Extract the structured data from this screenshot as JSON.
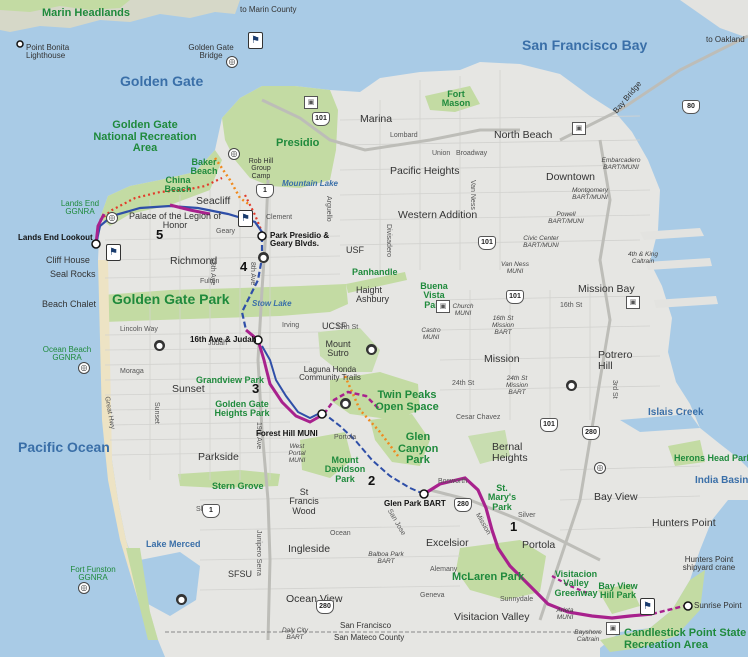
{
  "map": {
    "water": [
      {
        "name": "golden-gate-label",
        "text": "Golden Gate"
      },
      {
        "name": "sf-bay-label",
        "text": "San Francisco Bay"
      },
      {
        "name": "pacific-ocean-label",
        "text": "Pacific Ocean"
      },
      {
        "name": "islais-creek-label",
        "text": "Islais Creek"
      },
      {
        "name": "india-basin-label",
        "text": "India Basin"
      },
      {
        "name": "lake-merced-label",
        "text": "Lake Merced"
      },
      {
        "name": "mountain-lake-label",
        "text": "Mountain Lake"
      },
      {
        "name": "stow-lake-label",
        "text": "Stow Lake"
      }
    ],
    "parks": [
      {
        "name": "marin-headlands-label",
        "text": "Marin Headlands"
      },
      {
        "name": "ggnra-label",
        "text": "Golden Gate National Recreation Area"
      },
      {
        "name": "presidio-label",
        "text": "Presidio"
      },
      {
        "name": "fort-mason-label",
        "text": "Fort Mason"
      },
      {
        "name": "baker-beach-label",
        "text": "Baker Beach"
      },
      {
        "name": "china-beach-label",
        "text": "China Beach"
      },
      {
        "name": "lands-end-label",
        "text": "Lands End GGNRA"
      },
      {
        "name": "golden-gate-park-label",
        "text": "Golden Gate Park"
      },
      {
        "name": "panhandle-label",
        "text": "Panhandle"
      },
      {
        "name": "buena-vista-label",
        "text": "Buena Vista Park"
      },
      {
        "name": "ocean-beach-label",
        "text": "Ocean Beach GGNRA"
      },
      {
        "name": "grandview-park-label",
        "text": "Grandview Park"
      },
      {
        "name": "golden-gate-heights-label",
        "text": "Golden Gate Heights Park"
      },
      {
        "name": "twin-peaks-label",
        "text": "Twin Peaks Open Space"
      },
      {
        "name": "glen-canyon-label",
        "text": "Glen Canyon Park"
      },
      {
        "name": "mount-davidson-label",
        "text": "Mount Davidson Park"
      },
      {
        "name": "stern-grove-label",
        "text": "Stern Grove"
      },
      {
        "name": "st-marys-label",
        "text": "St. Mary's Park"
      },
      {
        "name": "fort-funston-label",
        "text": "Fort Funston GGNRA"
      },
      {
        "name": "mclaren-park-label",
        "text": "McLaren Park"
      },
      {
        "name": "visitacion-greenway-label",
        "text": "Visitacion Valley Greenway"
      },
      {
        "name": "bay-view-hill-label",
        "text": "Bay View Hill Park"
      },
      {
        "name": "herons-head-label",
        "text": "Herons Head Park"
      },
      {
        "name": "candlestick-label",
        "text": "Candlestick Point State Recreation Area"
      }
    ],
    "neighborhoods": [
      {
        "name": "marina-label",
        "text": "Marina"
      },
      {
        "name": "north-beach-label",
        "text": "North Beach"
      },
      {
        "name": "pacific-heights-label",
        "text": "Pacific Heights"
      },
      {
        "name": "downtown-label",
        "text": "Downtown"
      },
      {
        "name": "seacliff-label",
        "text": "Seacliff"
      },
      {
        "name": "western-addition-label",
        "text": "Western Addition"
      },
      {
        "name": "richmond-label",
        "text": "Richmond"
      },
      {
        "name": "haight-ashbury-label",
        "text": "Haight Ashbury"
      },
      {
        "name": "mission-bay-label",
        "text": "Mission Bay"
      },
      {
        "name": "ucsf-label",
        "text": "UCSF"
      },
      {
        "name": "usf-label",
        "text": "USF"
      },
      {
        "name": "mount-sutro-label",
        "text": "Mount Sutro"
      },
      {
        "name": "mission-label",
        "text": "Mission"
      },
      {
        "name": "potrero-hill-label",
        "text": "Potrero Hill"
      },
      {
        "name": "sunset-label",
        "text": "Sunset"
      },
      {
        "name": "parkside-label",
        "text": "Parkside"
      },
      {
        "name": "bernal-heights-label",
        "text": "Bernal Heights"
      },
      {
        "name": "bay-view-label",
        "text": "Bay View"
      },
      {
        "name": "hunters-point-label",
        "text": "Hunters Point"
      },
      {
        "name": "portola-label",
        "text": "Portola"
      },
      {
        "name": "excelsior-label",
        "text": "Excelsior"
      },
      {
        "name": "st-francis-wood-label",
        "text": "St Francis Wood"
      },
      {
        "name": "ingleside-label",
        "text": "Ingleside"
      },
      {
        "name": "sfsu-label",
        "text": "SFSU"
      },
      {
        "name": "ocean-view-label",
        "text": "Ocean View"
      },
      {
        "name": "visitacion-valley-label",
        "text": "Visitacion Valley"
      },
      {
        "name": "sf-county-label",
        "text": "San Francisco"
      },
      {
        "name": "sm-county-label",
        "text": "San Mateco County"
      }
    ],
    "pois": [
      {
        "name": "marin-county-label",
        "text": "to Marin County"
      },
      {
        "name": "oakland-label",
        "text": "to Oakland"
      },
      {
        "name": "bay-bridge-label",
        "text": "Bay Bridge"
      },
      {
        "name": "point-bonita-label",
        "text": "Point Bonita Lighthouse"
      },
      {
        "name": "gg-bridge-label",
        "text": "Golden Gate Bridge"
      },
      {
        "name": "rob-hill-label",
        "text": "Rob Hill Group Camp"
      },
      {
        "name": "legion-honor-label",
        "text": "Palace of the Legion of Honor"
      },
      {
        "name": "cliff-house-label",
        "text": "Cliff House"
      },
      {
        "name": "seal-rocks-label",
        "text": "Seal Rocks"
      },
      {
        "name": "beach-chalet-label",
        "text": "Beach Chalet"
      },
      {
        "name": "laguna-honda-label",
        "text": "Laguna Honda Community Trails"
      },
      {
        "name": "hunters-point-crane-label",
        "text": "Hunters Point shipyard crane"
      },
      {
        "name": "sunrise-point-label",
        "text": "Sunrise Point"
      },
      {
        "name": "embarcadero-label",
        "text": "Embarcadero BART/MUNI"
      },
      {
        "name": "montgomery-label",
        "text": "Montgomery BART/MUNI"
      },
      {
        "name": "powell-label",
        "text": "Powell BART/MUNI"
      },
      {
        "name": "civic-center-label",
        "text": "Civic Center BART/MUNI"
      },
      {
        "name": "caltrain-4th-label",
        "text": "4th & King Caltrain"
      },
      {
        "name": "van-ness-label",
        "text": "Van Ness MUNI"
      },
      {
        "name": "church-label",
        "text": "Church MUNI"
      },
      {
        "name": "castro-label",
        "text": "Castro MUNI"
      },
      {
        "name": "mission-16th-label",
        "text": "16th St Mission BART"
      },
      {
        "name": "mission-24th-label",
        "text": "24th St Mission BART"
      },
      {
        "name": "west-portal-label",
        "text": "West Portal MUNI"
      },
      {
        "name": "balboa-park-label",
        "text": "Balboa Park BART"
      },
      {
        "name": "daly-city-label",
        "text": "Daly City BART"
      },
      {
        "name": "arleta-label",
        "text": "Arleta MUNI"
      },
      {
        "name": "bayshore-label",
        "text": "Bayshore Caltrain"
      }
    ],
    "streets": [
      {
        "name": "street-lombard",
        "text": "Lombard"
      },
      {
        "name": "street-union",
        "text": "Union"
      },
      {
        "name": "street-broadway",
        "text": "Broadway"
      },
      {
        "name": "street-clement",
        "text": "Clement"
      },
      {
        "name": "street-geary",
        "text": "Geary"
      },
      {
        "name": "street-fulton",
        "text": "Fulton"
      },
      {
        "name": "street-lincoln",
        "text": "Lincoln Way"
      },
      {
        "name": "street-irving",
        "text": "Irving"
      },
      {
        "name": "street-judah",
        "text": "Judah"
      },
      {
        "name": "street-moraga",
        "text": "Moraga"
      },
      {
        "name": "street-great-hwy",
        "text": "Great Hwy"
      },
      {
        "name": "street-sunset",
        "text": "Sunset"
      },
      {
        "name": "street-19th-ave",
        "text": "19th Ave"
      },
      {
        "name": "street-8th-ave",
        "text": "8th Ave"
      },
      {
        "name": "street-25th-ave",
        "text": "25th Ave"
      },
      {
        "name": "street-portola",
        "text": "Portola"
      },
      {
        "name": "street-ocean",
        "text": "Ocean"
      },
      {
        "name": "street-alemany",
        "text": "Alemany"
      },
      {
        "name": "street-geneva",
        "text": "Geneva"
      },
      {
        "name": "street-3rd",
        "text": "3rd St"
      },
      {
        "name": "street-24th",
        "text": "24th St"
      },
      {
        "name": "street-16th",
        "text": "16th St"
      },
      {
        "name": "street-cesar-chavez",
        "text": "Cesar Chavez"
      },
      {
        "name": "street-bosworth",
        "text": "Bosworth"
      },
      {
        "name": "street-silver",
        "text": "Silver"
      },
      {
        "name": "street-mission",
        "text": "Mission"
      },
      {
        "name": "street-san-jose",
        "text": "San Jose"
      },
      {
        "name": "street-sloat",
        "text": "Sloat"
      },
      {
        "name": "street-sunnydale",
        "text": "Sunnydale"
      },
      {
        "name": "street-junipero",
        "text": "Junipero Serra"
      },
      {
        "name": "street-17th",
        "text": "17th St"
      },
      {
        "name": "street-van-ness",
        "text": "Van Ness"
      },
      {
        "name": "street-divisadero",
        "text": "Divisadero"
      },
      {
        "name": "street-arguello",
        "text": "Arguello"
      }
    ],
    "highways": [
      "101",
      "1",
      "80",
      "280",
      "101",
      "280",
      "101",
      "1",
      "280",
      "101"
    ],
    "route_segments": [
      "1",
      "2",
      "3",
      "4",
      "5"
    ],
    "stops": [
      {
        "name": "stop-lands-end-lookout",
        "text": "Lands End Lookout"
      },
      {
        "name": "stop-park-presidio",
        "text": "Park Presidio & Geary Blvds."
      },
      {
        "name": "stop-16th-judah",
        "text": "16th Ave & Judah"
      },
      {
        "name": "stop-forest-hill",
        "text": "Forest Hill MUNI"
      },
      {
        "name": "stop-glen-park",
        "text": "Glen Park BART"
      }
    ],
    "colors": {
      "water": "#a9cbe6",
      "land": "#e8e8e6",
      "park": "#c3dba3",
      "route_purple": "#a8218d",
      "route_blue": "#2f4fa8",
      "route_red": "#e23b2a",
      "route_orange": "#f08a1e"
    }
  }
}
